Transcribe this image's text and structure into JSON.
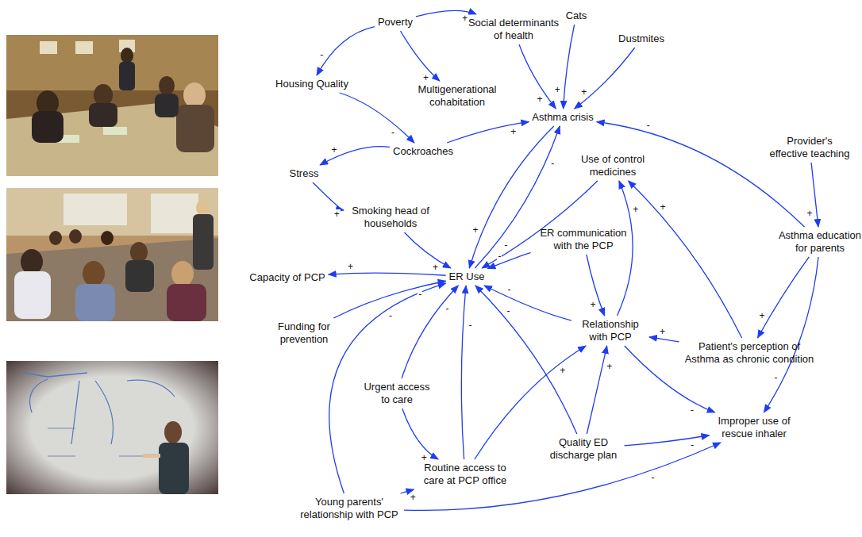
{
  "diagram": {
    "nodes": [
      {
        "text": [
          "Poverty"
        ]
      },
      {
        "text": [
          "Social determinants of health"
        ]
      },
      {
        "text": [
          "Cats"
        ]
      },
      {
        "text": [
          "Dustmites"
        ]
      },
      {
        "text": [
          "Housing Quality"
        ]
      },
      {
        "text": [
          "Multigenerational cohabitation"
        ]
      },
      {
        "text": [
          "Asthma crisis"
        ]
      },
      {
        "text": [
          "Stress"
        ]
      },
      {
        "text": [
          "Cockroaches"
        ]
      },
      {
        "text": [
          "Use of control medicines"
        ]
      },
      {
        "text": [
          "Provider's effective teaching"
        ]
      },
      {
        "text": [
          "Smoking head of households"
        ]
      },
      {
        "text": [
          "ER communication with the PCP"
        ]
      },
      {
        "text": [
          "Asthma education for parents"
        ]
      },
      {
        "text": [
          "Capacity of PCP"
        ]
      },
      {
        "text": [
          "ER Use"
        ]
      },
      {
        "text": [
          "Funding for prevention"
        ]
      },
      {
        "text": [
          "Relationship with PCP"
        ]
      },
      {
        "text": [
          "Patient's perception of Asthma as chronic condition"
        ]
      },
      {
        "text": [
          "Urgent access to care"
        ]
      },
      {
        "text": [
          "Routine access to care at PCP office"
        ]
      },
      {
        "text": [
          "Quality ED discharge plan"
        ]
      },
      {
        "text": [
          "Improper use of rescue inhaler"
        ]
      },
      {
        "text": [
          "Young parents' relationship with PCP"
        ]
      }
    ],
    "edges": [
      {
        "from": 0,
        "to": 1,
        "label": "+",
        "arrow": "to"
      },
      {
        "from": 0,
        "to": 4,
        "label": "-",
        "arrow": "to"
      },
      {
        "from": 0,
        "to": 5,
        "label": "+",
        "arrow": "to"
      },
      {
        "from": 1,
        "to": 6,
        "label": "+",
        "arrow": "to"
      },
      {
        "from": 2,
        "to": 6,
        "label": "+",
        "arrow": "to"
      },
      {
        "from": 3,
        "to": 6,
        "label": "+",
        "arrow": "to"
      },
      {
        "from": 4,
        "to": 8,
        "label": "-",
        "arrow": "to"
      },
      {
        "from": 8,
        "to": 6,
        "label": "+",
        "arrow": "to"
      },
      {
        "from": 8,
        "to": 7,
        "label": "+",
        "arrow": "to"
      },
      {
        "from": 7,
        "to": 11,
        "label": "+",
        "arrow": "to"
      },
      {
        "from": 11,
        "to": 15,
        "label": "+",
        "arrow": "to"
      },
      {
        "from": 6,
        "to": 15,
        "label": "+",
        "arrow": "to"
      },
      {
        "from": 15,
        "to": 6,
        "label": "-",
        "arrow": "to"
      },
      {
        "from": 9,
        "to": 15,
        "label": "-",
        "arrow": "to"
      },
      {
        "from": 12,
        "to": 15,
        "label": "-",
        "arrow": "to"
      },
      {
        "from": 12,
        "to": 17,
        "label": "+",
        "arrow": "to"
      },
      {
        "from": 17,
        "to": 15,
        "label": "-",
        "arrow": "to"
      },
      {
        "from": 17,
        "to": 9,
        "label": "+",
        "arrow": "to"
      },
      {
        "from": 17,
        "to": 22,
        "label": "-",
        "arrow": "to"
      },
      {
        "from": 18,
        "to": 17,
        "label": "+",
        "arrow": "to"
      },
      {
        "from": 18,
        "to": 9,
        "label": "+",
        "arrow": "to"
      },
      {
        "from": 13,
        "to": 6,
        "label": "-",
        "arrow": "to"
      },
      {
        "from": 13,
        "to": 18,
        "label": "+",
        "arrow": "to"
      },
      {
        "from": 13,
        "to": 22,
        "label": "-",
        "arrow": "to"
      },
      {
        "from": 10,
        "to": 13,
        "label": "+",
        "arrow": "to"
      },
      {
        "from": 15,
        "to": 14,
        "label": "+",
        "arrow": "to"
      },
      {
        "from": 16,
        "to": 15,
        "label": "-",
        "arrow": "to"
      },
      {
        "from": 23,
        "to": 15,
        "label": "-",
        "arrow": "to"
      },
      {
        "from": 23,
        "to": 20,
        "label": "+",
        "arrow": "to"
      },
      {
        "from": 23,
        "to": 22,
        "label": "-",
        "arrow": "to"
      },
      {
        "from": 19,
        "to": 15,
        "label": "-",
        "arrow": "to"
      },
      {
        "from": 19,
        "to": 20,
        "label": "+",
        "arrow": "to"
      },
      {
        "from": 20,
        "to": 15,
        "label": "-",
        "arrow": "to"
      },
      {
        "from": 20,
        "to": 17,
        "label": "+",
        "arrow": "to"
      },
      {
        "from": 21,
        "to": 15,
        "label": "-",
        "arrow": "to"
      },
      {
        "from": 21,
        "to": 17,
        "label": "+",
        "arrow": "to"
      },
      {
        "from": 21,
        "to": 22,
        "label": "-",
        "arrow": "to"
      }
    ]
  }
}
